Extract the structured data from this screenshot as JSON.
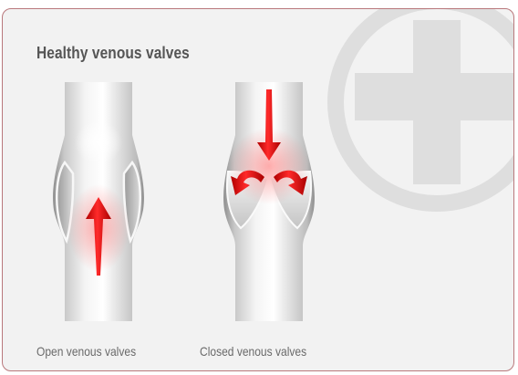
{
  "figure": {
    "title": "Healthy venous valves",
    "captions": {
      "open": "Open venous valves",
      "closed": "Closed venous valves"
    }
  },
  "icons": {
    "background_badge": "medical-cross-icon",
    "flow_indicator": "arrow-icon"
  },
  "colors": {
    "frame_border": "#b9787c",
    "panel_background": "#f2f2f2",
    "title_text": "#555555",
    "caption_text": "#6a6a6a",
    "badge_gray": "#dedede",
    "flow_red": "#d81818"
  }
}
